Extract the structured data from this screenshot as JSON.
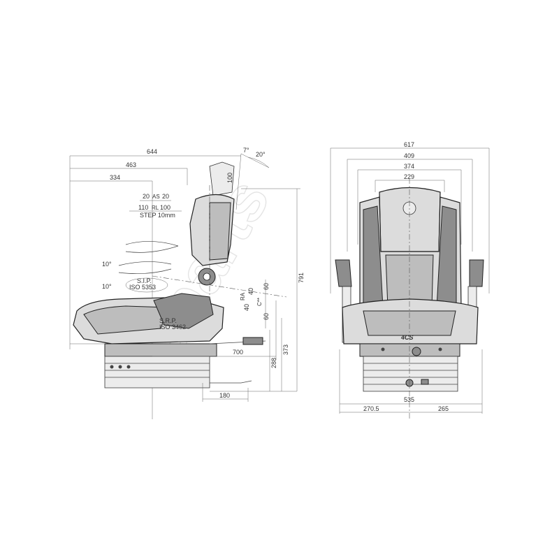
{
  "watermark": "sparts",
  "side_view": {
    "width_total": "644",
    "width_mid": "463",
    "width_short": "334",
    "as_left": "20",
    "as_label": "AS",
    "as_right": "20",
    "rl_left": "110",
    "rl_label": "RL",
    "rl_right": "100",
    "step": "STEP 10mm",
    "angle_7": "7°",
    "angle_20": "20°",
    "headrest": "100",
    "angle_upper": "10°",
    "angle_lower": "10°",
    "sip": "S.I.P.",
    "iso5353": "ISO 5353",
    "srp": "S.R.P.",
    "iso3462": "ISO 3462",
    "dim_40": "40",
    "dim_40b": "40",
    "dim_60a": "60",
    "dim_60b": "60",
    "label_ra": "RA",
    "label_c": "C**",
    "dim_700": "700",
    "dim_180": "180",
    "dim_288": "288",
    "dim_373": "373",
    "dim_791": "791"
  },
  "front_view": {
    "w617": "617",
    "w409": "409",
    "w374": "374",
    "w229": "229",
    "w535": "535",
    "w270": "270.5",
    "w265": "265",
    "brand": "4CS"
  }
}
